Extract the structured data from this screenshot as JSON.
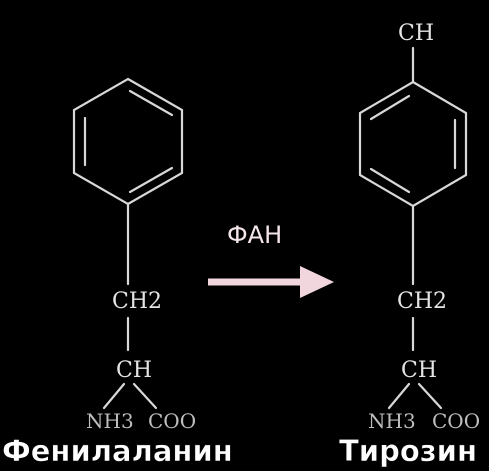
{
  "left_molecule": {
    "name": "Фенилаланин",
    "ch2_label": "CH2",
    "ch_label": "CH",
    "nh3_label": "NH3",
    "coo_label": "COO"
  },
  "right_molecule": {
    "name": "Тирозин",
    "top_group": "CH",
    "ch2_label": "CH2",
    "ch_label": "CH",
    "nh3_label": "NH3",
    "coo_label": "COO"
  },
  "reaction": {
    "enzyme_label": "ФАН"
  },
  "colors": {
    "background": "#000000",
    "bond": "#d8d8d8",
    "arrow": "#f2d6de",
    "caption": "#ffffff"
  }
}
